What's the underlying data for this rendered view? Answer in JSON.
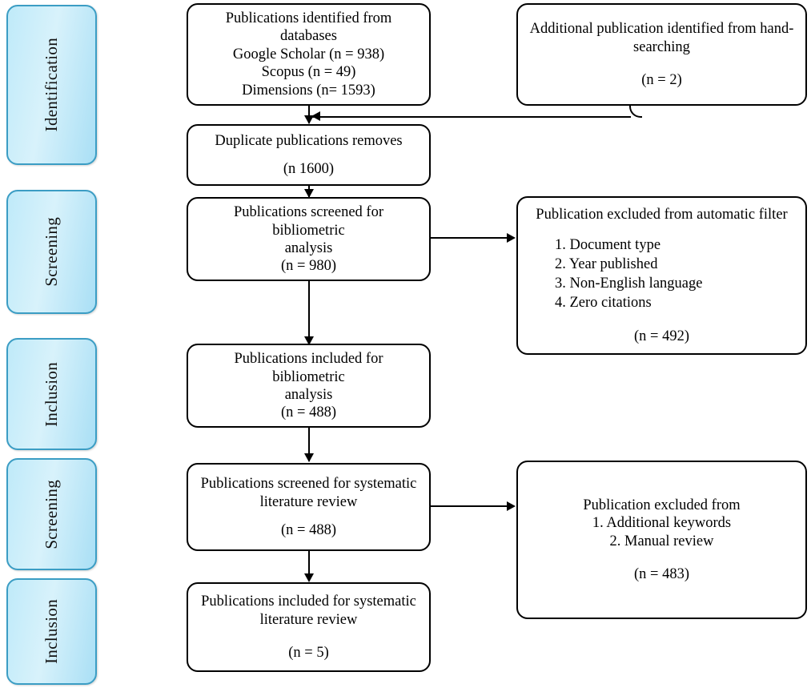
{
  "diagram": {
    "title": "PRISMA flow diagram",
    "colors": {
      "stage_fill": "#bfeaf9",
      "stage_border": "#3b9dc4",
      "box_border": "#000000",
      "background": "#ffffff"
    }
  },
  "stages": [
    {
      "label": "Identification"
    },
    {
      "label": "Screening"
    },
    {
      "label": "Inclusion"
    },
    {
      "label": "Screening"
    },
    {
      "label": "Inclusion"
    }
  ],
  "boxes": {
    "identified_databases": {
      "title": "Publications identified from databases",
      "sources": [
        "Google Scholar (n = 938)",
        "Scopus (n = 49)",
        "Dimensions (n= 1593)"
      ]
    },
    "hand_searching": {
      "title_line1": "Additional publication identified from hand-",
      "title_line2": "searching",
      "count": "(n = 2)"
    },
    "duplicates_removed": {
      "title": "Duplicate publications removes",
      "count": "(n 1600)"
    },
    "screened_bibliometric": {
      "title_line1": "Publications screened for bibliometric",
      "title_line2": "analysis",
      "count": "(n = 980)"
    },
    "excluded_automatic_filter": {
      "title": "Publication excluded from automatic filter",
      "reasons": [
        "1. Document type",
        "2. Year published",
        "3. Non-English language",
        "4. Zero citations"
      ],
      "count": "(n = 492)"
    },
    "included_bibliometric": {
      "title_line1": "Publications included for bibliometric",
      "title_line2": "analysis",
      "count": "(n = 488)"
    },
    "screened_slr": {
      "title_line1": "Publications screened for systematic",
      "title_line2": "literature review",
      "count": "(n = 488)"
    },
    "excluded_manual": {
      "title": "Publication excluded from",
      "reasons": [
        "1. Additional keywords",
        "2. Manual review"
      ],
      "count": "(n = 483)"
    },
    "included_slr": {
      "title_line1": "Publications included for systematic",
      "title_line2": "literature review",
      "count": "(n = 5)"
    }
  }
}
